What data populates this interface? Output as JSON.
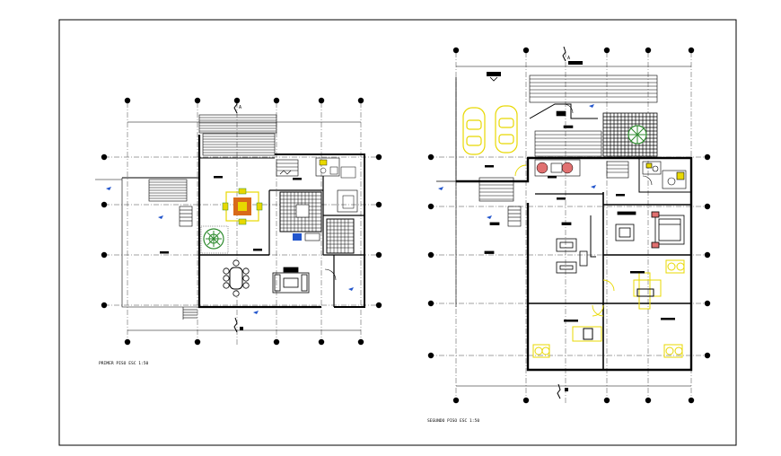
{
  "sheet": {
    "labels": {
      "first_floor": "PRIMER PISO    ESC 1:50",
      "second_floor": "SEGUNDO PISO    ESC 1:50",
      "section_mark": "A"
    }
  },
  "colors": {
    "background": "#ffffff",
    "linework": "#000000",
    "furniture_yellow": "#e8d800",
    "plant_green": "#2e8b2e",
    "rug_orange": "#d86a1a",
    "level_marker_blue": "#2255cc",
    "sofa_pink": "#e07070"
  }
}
